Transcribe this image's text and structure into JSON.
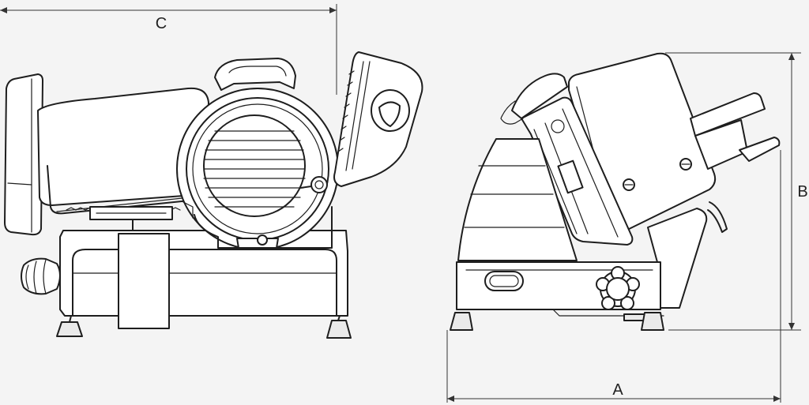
{
  "dimensions": {
    "a_label": "A",
    "b_label": "B",
    "c_label": "C"
  },
  "colors": {
    "background": "#f4f4f4",
    "line": "#1e1e1e"
  }
}
